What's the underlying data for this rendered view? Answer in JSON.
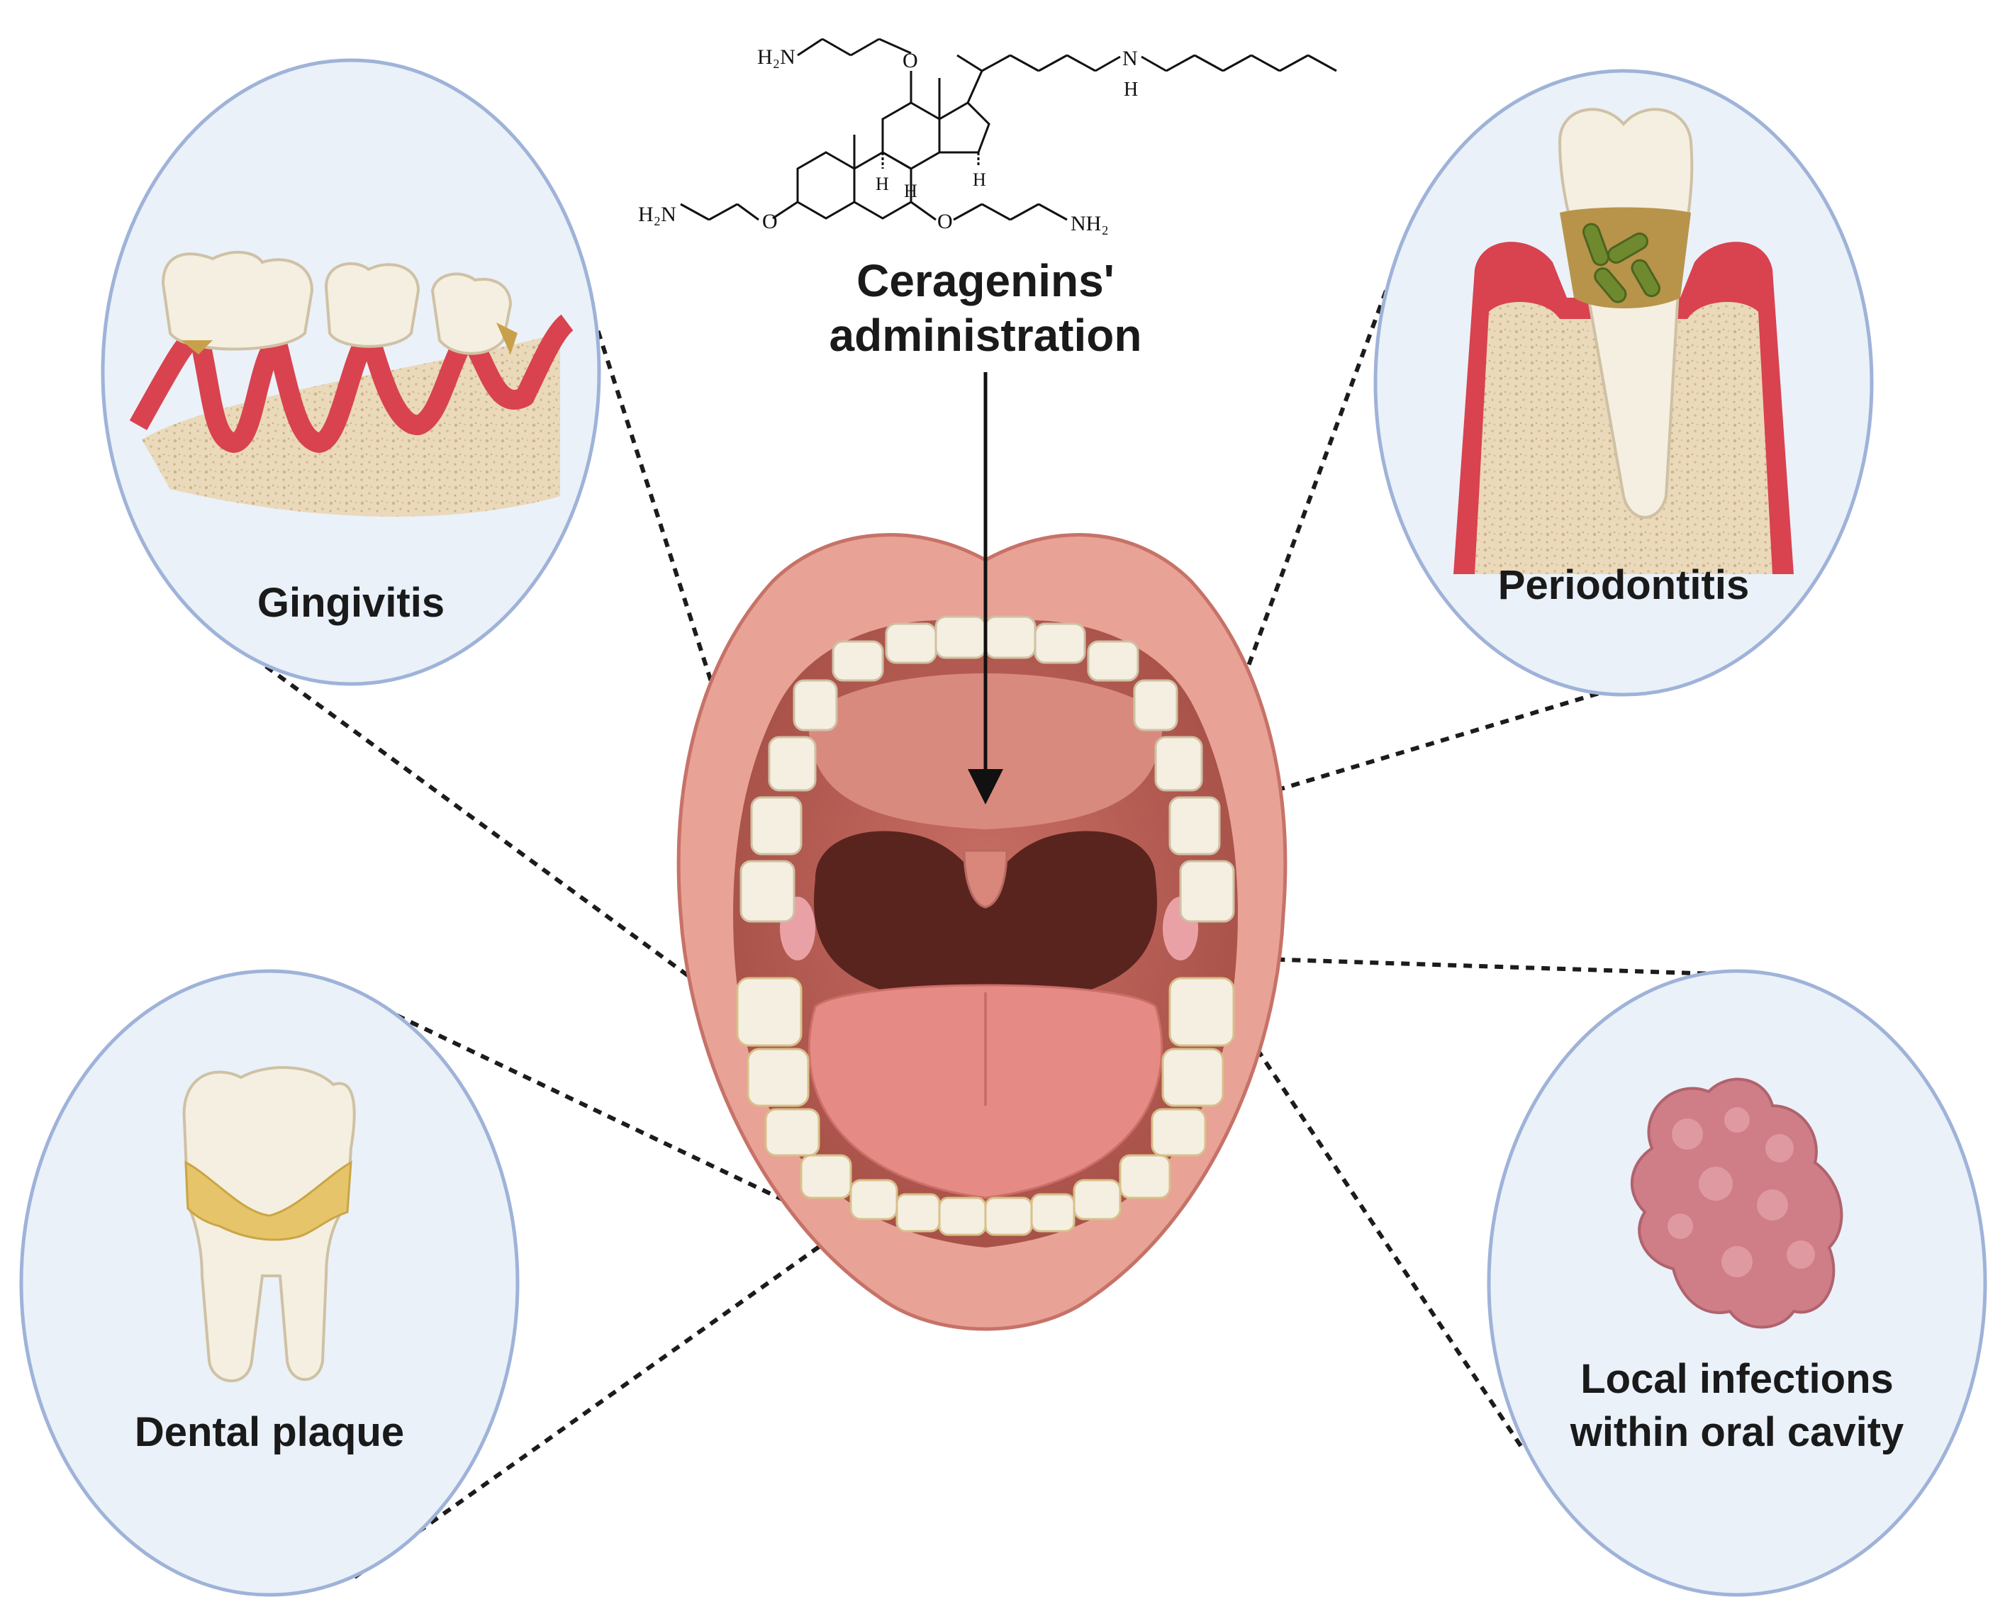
{
  "title": {
    "line1": "Ceragenins'",
    "line2": "administration"
  },
  "molecule": {
    "group_top_left": "H₂N",
    "group_left": "H₂N",
    "group_right": "NH₂",
    "oxygen_top": "O",
    "oxygen_left": "O",
    "oxygen_right": "O",
    "amine_n": "N",
    "amine_h": "H",
    "h_ring1": "H",
    "h_ring2": "H",
    "h_ring3": "H"
  },
  "conditions": {
    "gingivitis": "Gingivitis",
    "periodontitis": "Periodontitis",
    "dental_plaque": "Dental plaque",
    "local_infections_line1": "Local infections",
    "local_infections_line2": "within oral cavity"
  },
  "colors": {
    "circle_fill": "#eaf1f9",
    "circle_stroke": "#9fb3d9",
    "lip": "#e8a296",
    "gum": "#d9424f",
    "bone": "#e9d8b9",
    "tooth": "#f4efe1",
    "plaque": "#e5c46a",
    "bacteria": "#6f8a2e",
    "throat": "#5a241e",
    "tongue": "#e58a84",
    "growth": "#cf7d87"
  }
}
